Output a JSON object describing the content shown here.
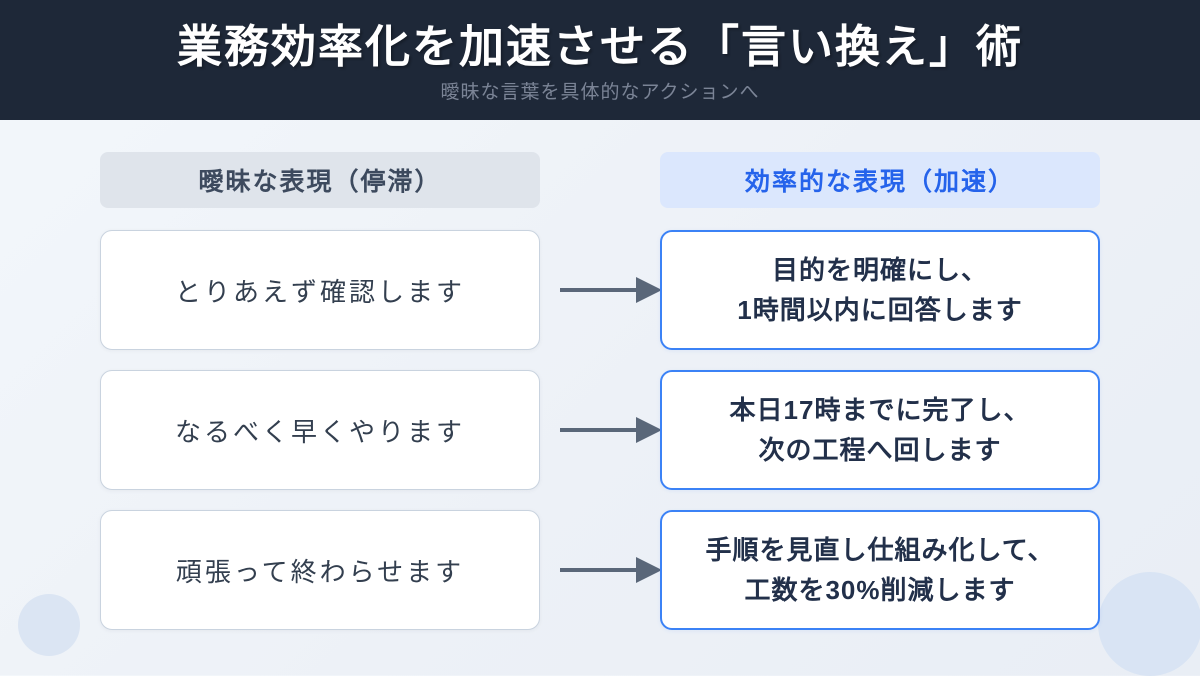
{
  "header": {
    "title": "業務効率化を加速させる「言い換え」術",
    "subtitle": "曖昧な言葉を具体的なアクションへ"
  },
  "columns": {
    "vague": {
      "label": "曖昧な表現（停滞）"
    },
    "efficient": {
      "label": "効率的な表現（加速）"
    }
  },
  "rows": [
    {
      "vague": "とりあえず確認します",
      "efficient_line1": "目的を明確にし、",
      "efficient_line2": "1時間以内に回答します"
    },
    {
      "vague": "なるべく早くやります",
      "efficient_line1": "本日17時までに完了し、",
      "efficient_line2": "次の工程へ回します"
    },
    {
      "vague": "頑張って終わらせます",
      "efficient_line1": "手順を見直し仕組み化して、",
      "efficient_line2": "工数を30%削減します"
    }
  ],
  "icons": {
    "row_connector": "arrow-right-icon"
  },
  "colors": {
    "header_bg": "#1e2838",
    "title_text": "#ffffff",
    "subtitle_text": "#7b8496",
    "page_bg": "#eef2f7",
    "vague_header_bg": "#dfe4eb",
    "vague_header_text": "#3d4a5e",
    "efficient_header_bg": "#dbe7fd",
    "accent_blue": "#2563eb",
    "efficient_border": "#3b82f6",
    "vague_border": "#c9d3df",
    "vague_text": "#333f4f",
    "efficient_text": "#22304a",
    "arrow": "#5a6779",
    "decorative_circle": "#dbe5f3"
  }
}
